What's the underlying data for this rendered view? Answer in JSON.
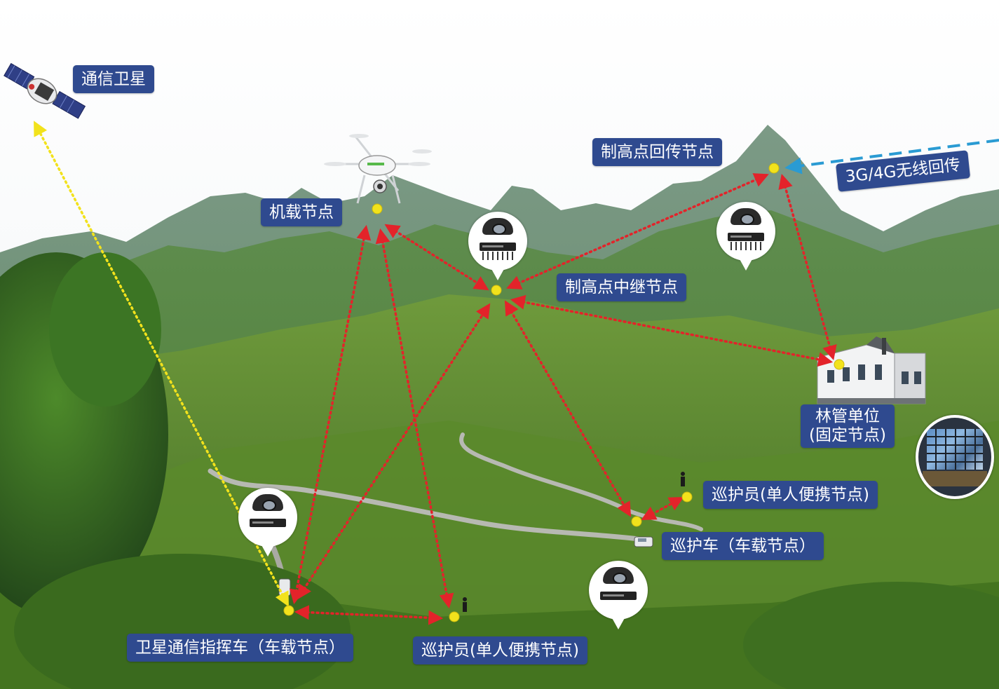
{
  "labels": {
    "satellite": "通信卫星",
    "uav_node": "机载节点",
    "high_return_node": "制高点回传节点",
    "wireless": "3G/4G无线回传",
    "high_relay_node": "制高点中继节点",
    "forestry_unit_line1": "林管单位",
    "forestry_unit_line2": "(固定节点)",
    "patrol_person_right": "巡护员(单人便携节点)",
    "patrol_car": "巡护车（车载节点）",
    "command_vehicle": "卫星通信指挥车（车载节点）",
    "patrol_person_bottom": "巡护员(单人便携节点)"
  },
  "colors": {
    "label_bg": "#2f4a8f",
    "label_text": "#ffffff",
    "node_dot": "#f2e21c",
    "link_red": "#e3232a",
    "link_yellow": "#f2e21c",
    "link_blue": "#2a9bd3"
  },
  "icons": {
    "camera_bubble": "dome-camera-with-dvr-icon",
    "satellite": "satellite-icon",
    "drone": "drone-icon",
    "building": "building-icon",
    "monitor_wall": "monitor-wall-icon"
  }
}
